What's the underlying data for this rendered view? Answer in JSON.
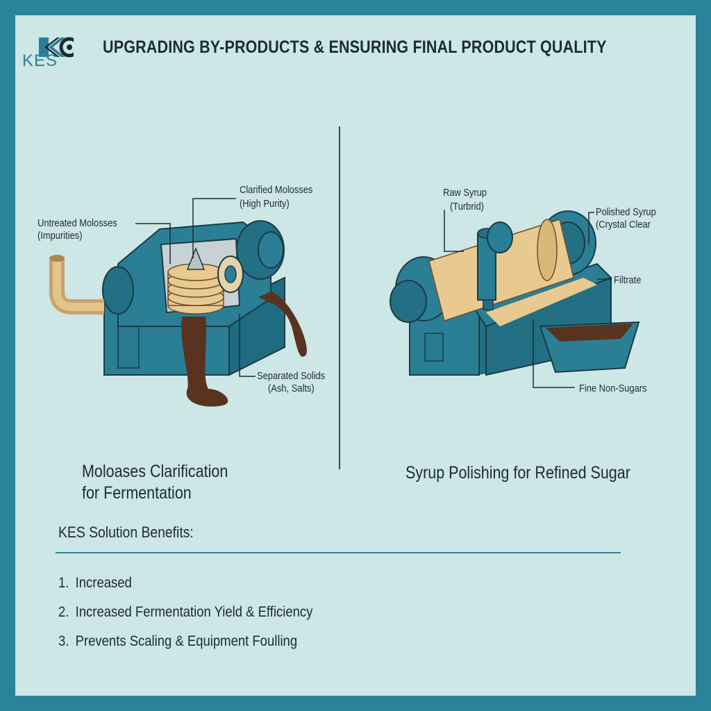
{
  "header": {
    "logo_text": "KES",
    "title": "UPGRADING BY-PRODUCTS & ENSURING FINAL PRODUCT QUALITY"
  },
  "left_panel": {
    "label_untreated_1": "Untreated Molosses",
    "label_untreated_2": "(Impurities)",
    "label_clarified_1": "Clarified Molosses",
    "label_clarified_2": "(High Purity)",
    "label_solids_1": "Separated Solids",
    "label_solids_2": "(Ash, Salts)",
    "caption_1": "Moloases Clarification",
    "caption_2": "for Fermentation"
  },
  "right_panel": {
    "label_raw_1": "Raw Syrup",
    "label_raw_2": "(Turbrid)",
    "label_polished_1": "Polished Syrup",
    "label_polished_2": "(Crystal Clear",
    "label_filtrate": "Filtrate",
    "label_nonsugars": "Fine Non-Sugars",
    "caption": "Syrup Polishing for Refined Sugar"
  },
  "benefits": {
    "title": "KES Solution Benefits:",
    "items": [
      {
        "num": "1.",
        "text": "Increased"
      },
      {
        "num": "2.",
        "text": "Increased Fermentation Yield & Efficiency"
      },
      {
        "num": "3.",
        "text": "Prevents Scaling & Equipment Foulling"
      }
    ]
  },
  "colors": {
    "border": "#2a8399",
    "background": "#cde6e6",
    "machine": "#2b7f95",
    "filter": "#e8c98f",
    "sludge": "#5a3220"
  }
}
